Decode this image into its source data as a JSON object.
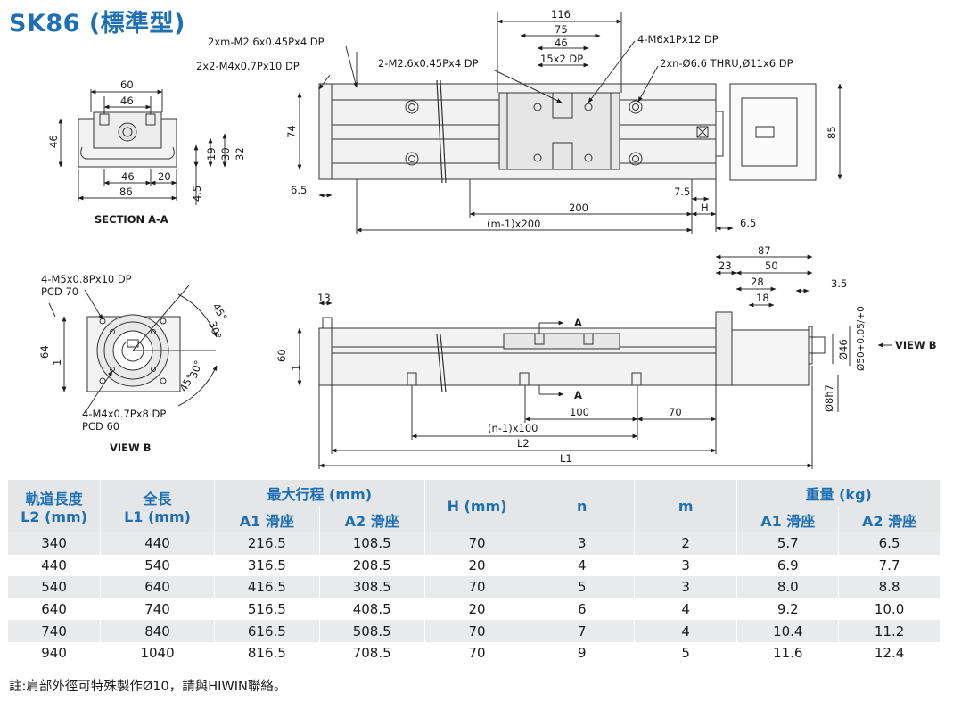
{
  "title": "SK86 (標準型)",
  "drawing": {
    "top_view": {
      "callouts": [
        "2xm-M2.6x0.45Px4 DP",
        "2x2-M4x0.7Px10 DP",
        "2-M2.6x0.45Px4 DP",
        "4-M6x1Px12 DP",
        "2xn-Ø6.6 THRU,Ø11x6 DP"
      ],
      "dims": [
        "116",
        "75",
        "46",
        "15x2 DP",
        "74",
        "85",
        "6.5",
        "7.5",
        "200",
        "H",
        "(m-1)x200",
        "6.5"
      ]
    },
    "section_a_a": {
      "dims": [
        "60",
        "46",
        "46",
        "46",
        "20",
        "86",
        "19",
        "30",
        "32",
        "4.5"
      ],
      "caption": "SECTION A-A"
    },
    "view_b": {
      "callouts": [
        "4-M5x0.8Px10 DP",
        "PCD 70",
        "4-M4x0.7Px8 DP",
        "PCD 60"
      ],
      "dims": [
        "64",
        "1",
        "30°",
        "45°",
        "30°",
        "45°"
      ],
      "caption": "VIEW B"
    },
    "side_view": {
      "dims": [
        "13",
        "60",
        "1",
        "A",
        "A",
        "100",
        "70",
        "(n-1)x100",
        "L2",
        "L1",
        "87",
        "23",
        "50",
        "28",
        "18",
        "3.5",
        "Ø46",
        "Ø50+0.05/+0",
        "Ø8h7",
        "VIEW B"
      ]
    }
  },
  "table": {
    "headers": {
      "rail_length": "軌道長度",
      "rail_length_unit": "L2 (mm)",
      "total_length": "全長",
      "total_length_unit": "L1 (mm)",
      "max_stroke": "最大行程 (mm)",
      "a1": "A1 滑座",
      "a2": "A2 滑座",
      "h": "H (mm)",
      "n": "n",
      "m": "m",
      "weight": "重量 (kg)",
      "w_a1": "A1 滑座",
      "w_a2": "A2 滑座"
    },
    "rows": [
      [
        "340",
        "440",
        "216.5",
        "108.5",
        "70",
        "3",
        "2",
        "5.7",
        "6.5"
      ],
      [
        "440",
        "540",
        "316.5",
        "208.5",
        "20",
        "4",
        "3",
        "6.9",
        "7.7"
      ],
      [
        "540",
        "640",
        "416.5",
        "308.5",
        "70",
        "5",
        "3",
        "8.0",
        "8.8"
      ],
      [
        "640",
        "740",
        "516.5",
        "408.5",
        "20",
        "6",
        "4",
        "9.2",
        "10.0"
      ],
      [
        "740",
        "840",
        "616.5",
        "508.5",
        "70",
        "7",
        "4",
        "10.4",
        "11.2"
      ],
      [
        "940",
        "1040",
        "816.5",
        "708.5",
        "70",
        "9",
        "5",
        "11.6",
        "12.4"
      ]
    ]
  },
  "note": "註:肩部外徑可特殊製作Ø10，請與HIWIN聯絡。",
  "colors": {
    "title": "#1f6fb4",
    "header_bg": "#e4e6e8",
    "row_shade": "#e8eaec"
  }
}
